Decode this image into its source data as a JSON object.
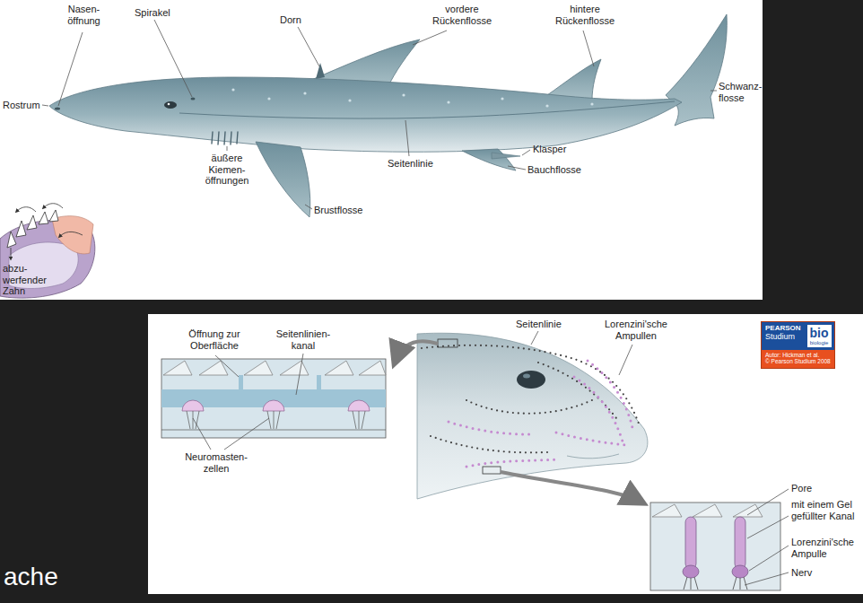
{
  "diagram": {
    "nodes": [
      {
        "text": [
          "PEARSON",
          "Studium",
          "bio",
          "biologie",
          "Autor: Hickman et al.",
          "© Pearson Studium 2008"
        ]
      }
    ],
    "labels": [
      "Nasen- öffnung",
      "Spirakel",
      "Dorn",
      "vordere Rückenflosse",
      "hintere Rückenflosse",
      "Rostrum",
      "Schwanz- flosse",
      "Klasper",
      "Seitenlinie",
      "Bauchflosse",
      "äußere Kiemen- öffnungen",
      "Brustflosse",
      "abzu- werfender Zahn",
      "Seitenlinie",
      "Lorenzini'sche Ampullen",
      "Öffnung zur Oberfläche",
      "Seitenlinien- kanal",
      "Neuromasten- zellen",
      "Pore",
      "mit einem Gel gefüllter Kanal",
      "Lorenzini'sche Ampulle",
      "Nerv",
      "ache"
    ]
  }
}
